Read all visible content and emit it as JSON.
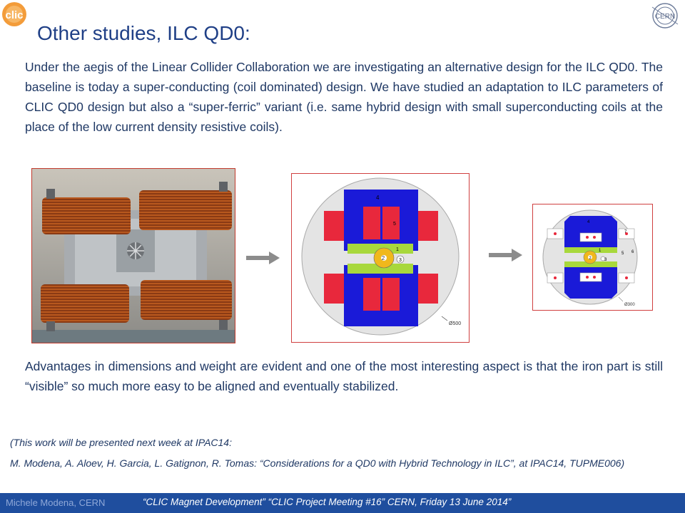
{
  "slide": {
    "title": "Other studies, ILC QD0:",
    "intro_text": "Under the aegis of the Linear Collider Collaboration we are investigating an alternative design for the ILC QD0. The baseline is today a super-conducting (coil dominated) design. We have studied an adaptation to ILC parameters of CLIC QD0 design but also a “super-ferric” variant (i.e. same hybrid design with small superconducting coils at the place of the low current density resistive coils).",
    "advantages_text": "Advantages in dimensions and weight are evident and one of the most interesting aspect is that the iron part is still “visible” so much more easy to be aligned and eventually stabilized.",
    "note_line1": "(This work will be presented next week at IPAC14:",
    "note_line2": "M. Modena, A. Aloev, H. Garcia, L. Gatignon, R. Tomas: “Considerations for a QD0 with Hybrid Technology in ILC”, at IPAC14, TUPME006)"
  },
  "logos": {
    "left": "clic-logo",
    "right": "cern-logo",
    "right_text": "CERN"
  },
  "diagram1": {
    "labels": [
      "4",
      "5",
      "2",
      "1",
      "3"
    ],
    "dimension": "Ø500"
  },
  "diagram2": {
    "labels": [
      "4",
      "7",
      "6",
      "2",
      "1",
      "3",
      "5"
    ],
    "dimension": "Ø300"
  },
  "footer": {
    "author": "Michele Modena, CERN",
    "meeting": "“CLIC Magnet Development” “CLIC Project Meeting #16” CERN, Friday 13 June 2014”"
  },
  "colors": {
    "title": "#1f3f86",
    "body_text": "#1f3864",
    "footer_bar": "#1f4e9e",
    "iron_blue": "#1a1ad8",
    "coil_red": "#e8283c",
    "pole_green": "#a8d83c",
    "sc_coil_yellow": "#f0b81c"
  }
}
